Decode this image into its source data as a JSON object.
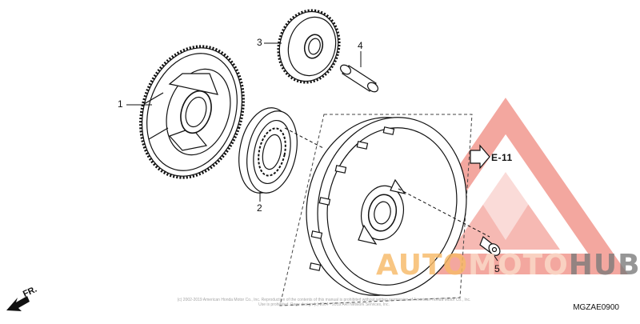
{
  "callouts": {
    "part_1": "1",
    "part_2": "2",
    "part_3": "3",
    "part_4": "4",
    "part_5": "5"
  },
  "reference": {
    "label": "E-11"
  },
  "direction": {
    "label": "FR."
  },
  "diagram_code": "MGZAE0900",
  "copyright": "(c) 2002-2019 American Honda Motor Co., Inc. Reproduction of the contents of this manual is prohibited without written permission of American Honda Motor Co., Inc. Use is prohibited. Page design (c) 2004 - 2019 ARI Network Services, Inc.",
  "watermark": {
    "text_a": "AUTO",
    "text_b": "MOTO",
    "text_c": "HUB",
    "colors": {
      "triangle": "#f08a80",
      "auto": "#f6ba68",
      "hub": "#7a7a7a"
    }
  },
  "colors": {
    "line": "#111111",
    "background": "#ffffff"
  }
}
